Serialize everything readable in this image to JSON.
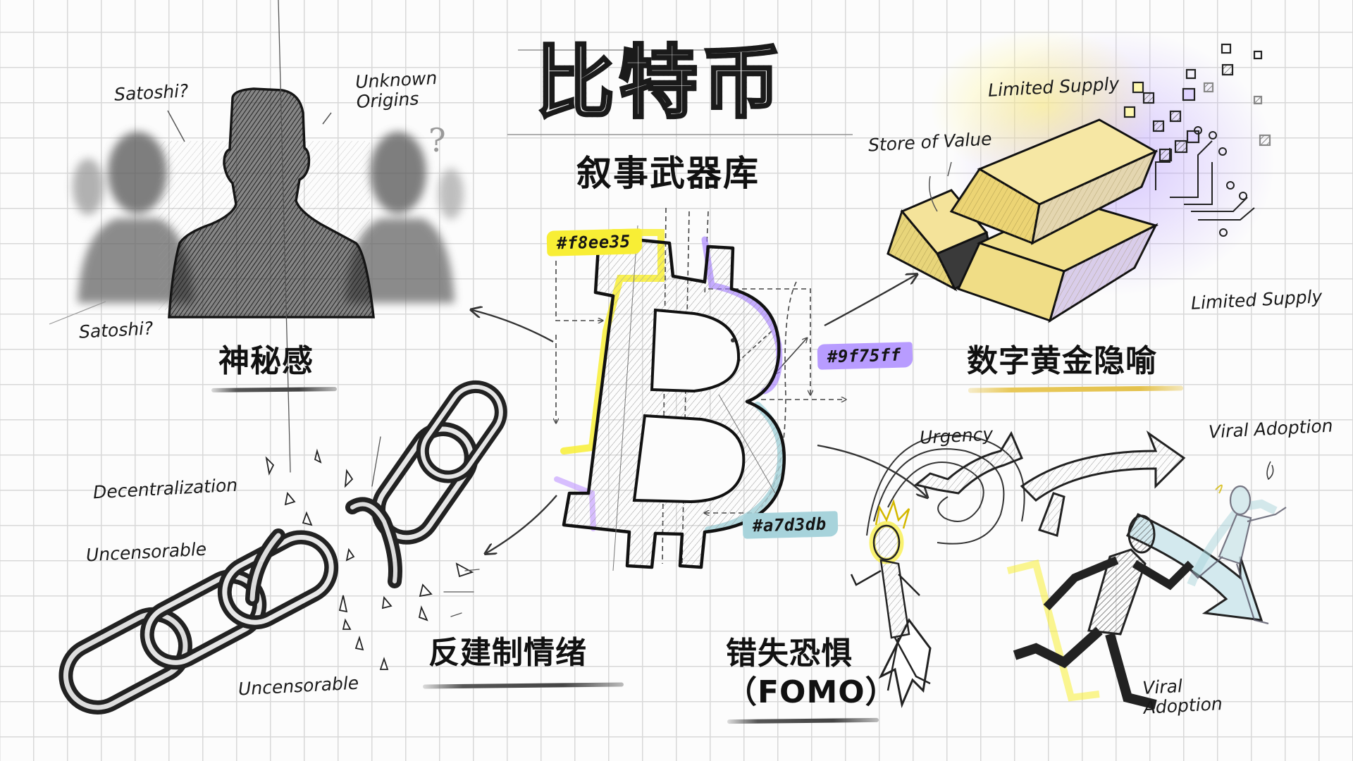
{
  "title": {
    "main": "比特币",
    "subtitle": "叙事武器库"
  },
  "center": {
    "symbol": "bitcoin-logo",
    "color_tags": [
      {
        "label": "#f8ee35",
        "color": "#f8ee35"
      },
      {
        "label": "#9f75ff",
        "color": "#9f75ff"
      },
      {
        "label": "#a7d3db",
        "color": "#a7d3db"
      }
    ]
  },
  "sections": {
    "mystery": {
      "label": "神秘感",
      "notes": [
        "Satoshi?",
        "Unknown\nOrigins",
        "Satoshi?"
      ],
      "illustration": "silhouettes-icon"
    },
    "digital_gold": {
      "label": "数字黄金隐喻",
      "notes": [
        "Limited Supply",
        "Store of Value",
        "Limited Supply"
      ],
      "illustration": "gold-bars-icon"
    },
    "anti_establishment": {
      "label": "反建制情绪",
      "notes": [
        "Decentralization",
        "Uncensorable",
        "Uncensorable"
      ],
      "illustration": "broken-chain-icon"
    },
    "fomo": {
      "label": "错失恐惧",
      "label_sub": "（FOMO）",
      "notes": [
        "Urgency",
        "Viral Adoption",
        "Viral\nAdoption"
      ],
      "illustration": "running-people-icon"
    }
  },
  "colors": {
    "yellow": "#f8ee35",
    "purple": "#9f75ff",
    "blue": "#a7d3db",
    "gold_underline": "#e8c858",
    "ink": "#111111",
    "grid": "#d8d8d8"
  }
}
